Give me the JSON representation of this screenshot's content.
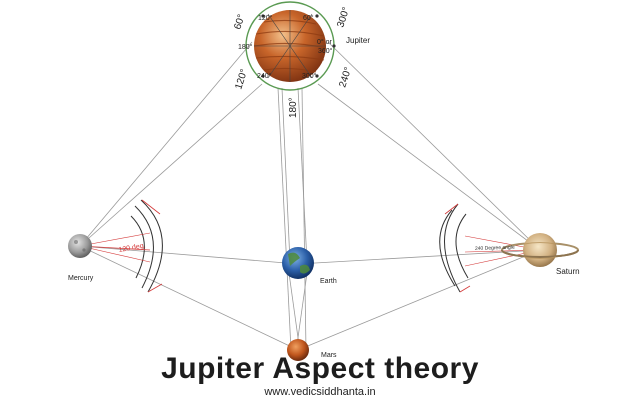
{
  "diagram": {
    "title": "Jupiter Aspect theory",
    "website": "www.vedicsiddhanta.in",
    "planets": {
      "jupiter": "Jupiter",
      "earth": "Earth",
      "mars": "Mars",
      "mercury": "Mercury",
      "saturn": "Saturn"
    },
    "jupiter_ring_labels": {
      "inner_120": "120°",
      "inner_60": "60°",
      "inner_180": "180°",
      "inner_0_360": "0° or",
      "inner_360": "360°",
      "inner_240": "240°",
      "inner_300": "300°",
      "outer_60": "60°",
      "outer_300": "300°",
      "outer_120": "120°",
      "outer_240": "240°",
      "outer_180": "180°"
    },
    "angle_labels": {
      "mercury": "120 deg.",
      "saturn": "240 Degree angle"
    },
    "colors": {
      "ring": "#5a9a52",
      "accent_red": "#d43a3a",
      "line": "#9a9a9a"
    }
  }
}
